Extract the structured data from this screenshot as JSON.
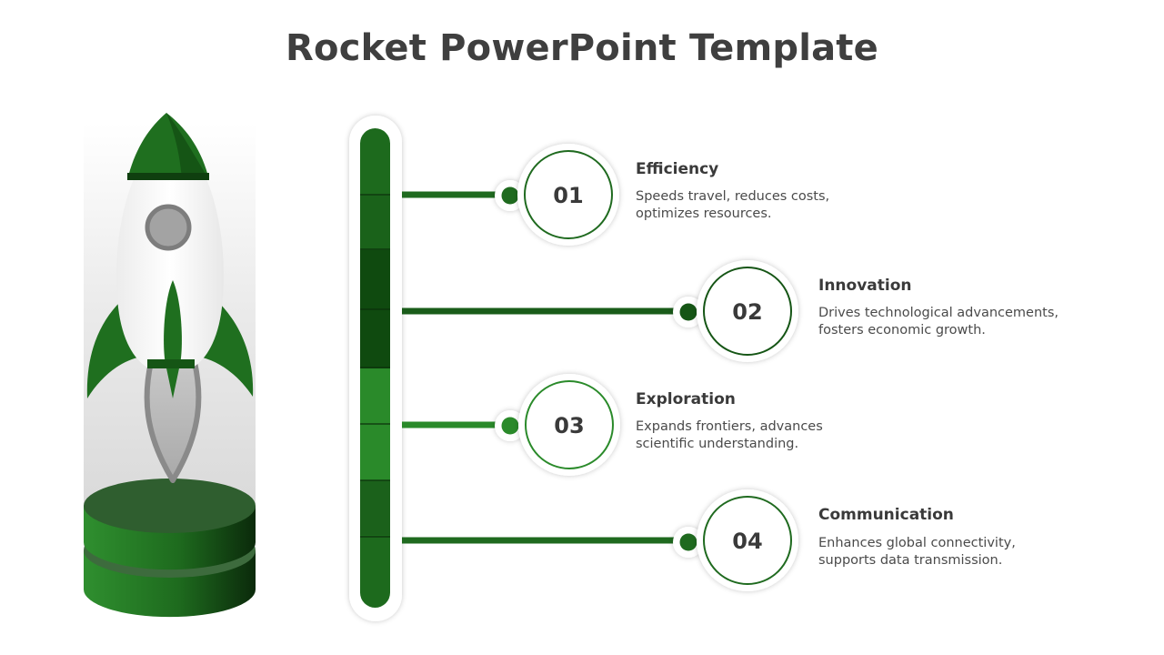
{
  "title": "Rocket PowerPoint Template",
  "colors": {
    "dark_green": "#1c5e1c",
    "green": "#2a8a2a",
    "text": "#3a3a3a"
  },
  "items": [
    {
      "number": "01",
      "title": "Efficiency",
      "desc_line1": "Speeds travel, reduces costs,",
      "desc_line2": "optimizes resources."
    },
    {
      "number": "02",
      "title": "Innovation",
      "desc_line1": "Drives technological advancements,",
      "desc_line2": "fosters economic growth."
    },
    {
      "number": "03",
      "title": "Exploration",
      "desc_line1": "Expands frontiers, advances",
      "desc_line2": "scientific understanding."
    },
    {
      "number": "04",
      "title": "Communication",
      "desc_line1": "Enhances global connectivity,",
      "desc_line2": "supports data transmission."
    }
  ]
}
